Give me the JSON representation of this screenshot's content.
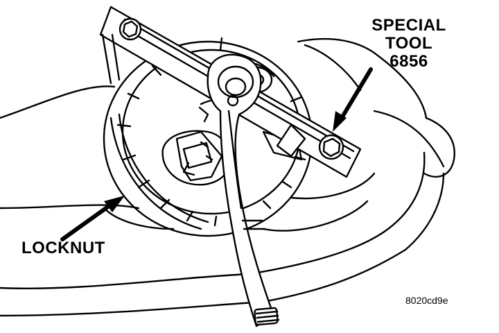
{
  "callouts": {
    "special_tool": [
      "SPECIAL",
      "TOOL",
      "6856"
    ],
    "locknut": "LOCKNUT"
  },
  "figure_code": "8020cd9e",
  "colors": {
    "ink": "#000000",
    "paper": "#ffffff"
  }
}
